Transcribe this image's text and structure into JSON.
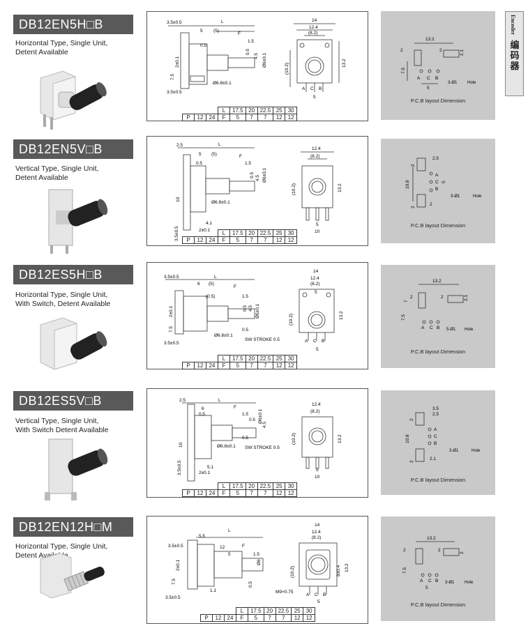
{
  "side_tab": {
    "en": "Encoder",
    "cn": "编码器"
  },
  "sections": [
    {
      "model": "DB12EN5H□B",
      "desc": [
        "Horizontal Type, Single Unit,",
        "Detent Available"
      ],
      "pcb_caption": "P.C.B layout Dimension",
      "table": {
        "row1": [
          "L",
          "17.5",
          "20",
          "22.5",
          "25",
          "30"
        ],
        "row2": [
          "P",
          "12",
          "24",
          "F",
          "5",
          "7",
          "7",
          "12",
          "12"
        ]
      }
    },
    {
      "model": "DB12EN5V□B",
      "desc": [
        "Vertical Type, Single Unit,",
        "Detent Available"
      ],
      "pcb_caption": "P.C.B layout Dimension",
      "table": {
        "row1": [
          "L",
          "17.5",
          "20",
          "22.5",
          "25",
          "30"
        ],
        "row2": [
          "P",
          "12",
          "24",
          "F",
          "5",
          "7",
          "7",
          "12",
          "12"
        ]
      }
    },
    {
      "model": "DB12ES5H□B",
      "desc": [
        "Horizontal Type, Single Unit,",
        "With Switch, Detent Available"
      ],
      "pcb_caption": "P.C.B layout Dimension",
      "table": {
        "row1": [
          "L",
          "17.5",
          "20",
          "22.5",
          "25",
          "30"
        ],
        "row2": [
          "P",
          "12",
          "24",
          "F",
          "5",
          "7",
          "7",
          "12",
          "12"
        ]
      }
    },
    {
      "model": "DB12ES5V□B",
      "desc": [
        "Vertical Type, Single Unit,",
        "With Switch Detent Available"
      ],
      "pcb_caption": "P.C.B layout Dimension",
      "table": {
        "row1": [
          "L",
          "17.5",
          "20",
          "22.5",
          "25",
          "30"
        ],
        "row2": [
          "P",
          "12",
          "24",
          "F",
          "5",
          "7",
          "7",
          "12",
          "12"
        ]
      }
    },
    {
      "model": "DB12EN12H□M",
      "desc": [
        "Horizontal Type, Single Unit,",
        "Detent Available"
      ],
      "pcb_caption": "P.C.B layout Dimension",
      "table": {
        "row1": [
          "L",
          "17.5",
          "20",
          "22.5",
          "25",
          "30"
        ],
        "row2": [
          "P",
          "12",
          "24",
          "F",
          "5",
          "7",
          "7",
          "12",
          "12"
        ]
      }
    }
  ],
  "dims": {
    "s1_side": [
      "3.5±0.5",
      "L",
      "5",
      "(5)",
      "F",
      "0.5",
      "1.5",
      "0.5",
      "4.5",
      "Ø6±0.1",
      "2±0.1",
      "7.5",
      "3.5±0.5",
      "Ø6.8±0.1"
    ],
    "s1_front": [
      "14",
      "12.4",
      "(8.2)",
      "(10.2)",
      "13.2",
      "A",
      "C",
      "B",
      "5"
    ],
    "s1_pcb": [
      "13.2",
      "2",
      "2",
      "2.1",
      "7.5",
      "A",
      "C",
      "B",
      "5",
      "3-Ø1",
      "Hole"
    ],
    "s2_side": [
      "2.5",
      "L",
      "5",
      "(5)",
      "0.5",
      "F",
      "1.5",
      "0.5",
      "4.5",
      "Ø6±0.1",
      "10",
      "Ø6.8±0.1",
      "4.1",
      "2±0.1",
      "3.5±0.5"
    ],
    "s2_front": [
      "12.4",
      "(8.2)",
      "(10.2)",
      "13.2",
      "5",
      "10"
    ],
    "s2_pcb": [
      "2",
      "2.5",
      "10.8",
      "A",
      "C",
      "B",
      "5",
      "3-Ø1",
      "Hole",
      "2",
      "2"
    ],
    "s3_side": [
      "3.5±0.5",
      "L",
      "6",
      "(5)",
      "(0.5)",
      "F",
      "1.5",
      "0.5",
      "4.5",
      "Ø6±0.1",
      "2±0.1",
      "7.5",
      "0.5",
      "Ø6.8±0.1",
      "SW STROKE 0.5",
      "3.5±0.5"
    ],
    "s3_front": [
      "14",
      "12.4",
      "(8.2)",
      "5",
      "(10.2)",
      "13.2",
      "A",
      "C",
      "B",
      "5"
    ],
    "s3_pcb": [
      "13.2",
      "7",
      "2",
      "2",
      "2.1",
      "7.5",
      "A",
      "C",
      "B",
      "5-Ø1",
      "Hole"
    ],
    "s4_side": [
      "2.5",
      "L",
      "6",
      "0.5",
      "F",
      "1.5",
      "0.5",
      "Ø6±0.1",
      "4.5",
      "10",
      "Ø6.8±0.1",
      "0.5",
      "SW STROKE 0.5",
      "5.1",
      "2±0.1",
      "3.5±0.5"
    ],
    "s4_front": [
      "12.4",
      "(8.2)",
      "(10.2)",
      "13.2",
      "5",
      "10"
    ],
    "s4_pcb": [
      "3.5",
      "2.5",
      "2",
      "10.8",
      "A",
      "C",
      "B",
      "3-Ø1",
      "Hole",
      "2",
      "2.1"
    ],
    "s5_side": [
      "5.5",
      "L",
      "3.5±0.5",
      "12",
      "F",
      "5",
      "1.5",
      "2±0.1",
      "7.5",
      "0.5",
      "M9×0.75",
      "1.1",
      "3.5±0.5",
      "Ø6"
    ],
    "s5_front": [
      "14",
      "12.4",
      "(8.2)",
      "(10.2)",
      "8±0.4",
      "13.2",
      "A",
      "C",
      "B",
      "5"
    ],
    "s5_pcb": [
      "13.2",
      "2",
      "2",
      "2",
      "7.5",
      "A",
      "C",
      "B",
      "5",
      "3-Ø1",
      "Hole"
    ]
  },
  "colors": {
    "label_bg": "#595959",
    "pcb_bg": "#c9c9c9",
    "tab_bg": "#e6e6e6"
  }
}
